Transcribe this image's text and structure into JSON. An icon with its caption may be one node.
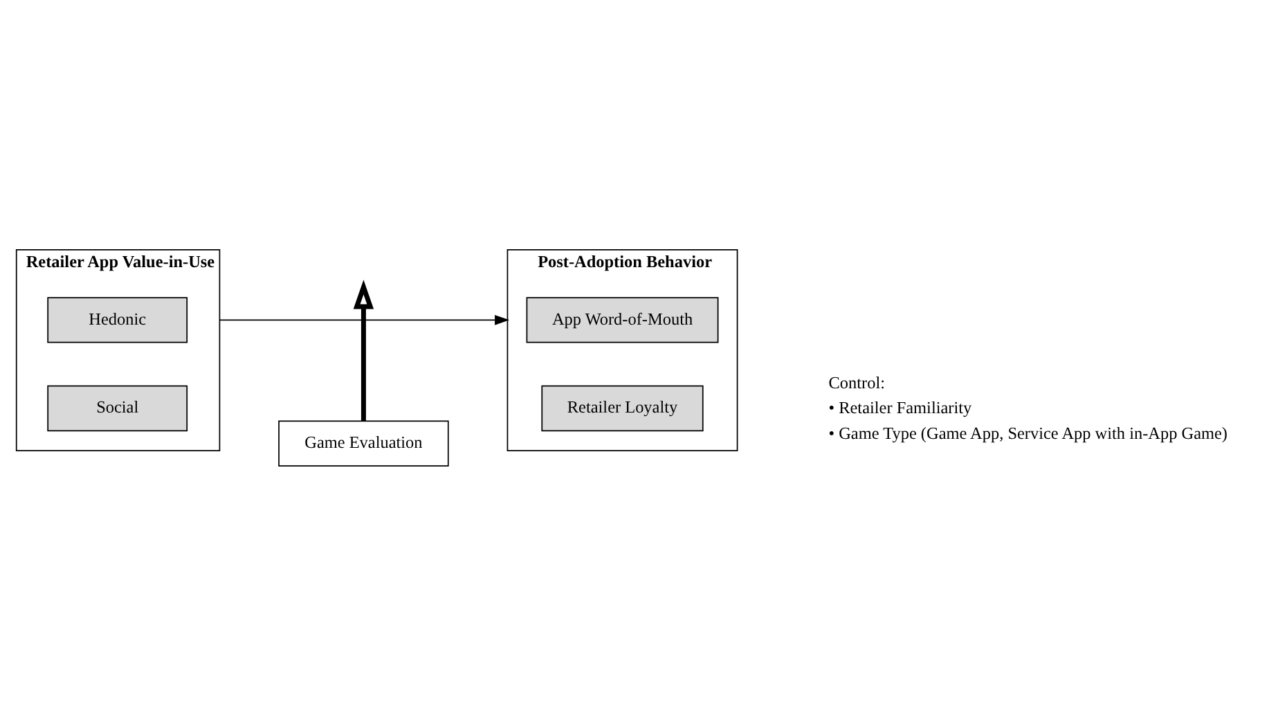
{
  "diagram": {
    "nodes": [
      {
        "text": [
          "Retailer App Value-in-Use"
        ]
      },
      {
        "text": [
          "Hedonic"
        ],
        "in": 0
      },
      {
        "text": [
          "Social"
        ],
        "in": 0
      },
      {
        "text": [
          "Game Evaluation"
        ]
      },
      {
        "text": [
          "Post-Adoption Behavior"
        ]
      },
      {
        "text": [
          "App Word-of-Mouth"
        ],
        "in": 4
      },
      {
        "text": [
          "Retailer Loyalty"
        ],
        "in": 4
      }
    ],
    "edges": [
      {
        "from": 0,
        "to": 4,
        "arrow": "to"
      },
      {
        "from": 3,
        "to": null,
        "arrow": "to",
        "style": "thick"
      }
    ],
    "labels": [
      "Control:",
      "• Retailer Familiarity",
      "• Game Type (Game App, Service App with in-App Game)"
    ]
  }
}
